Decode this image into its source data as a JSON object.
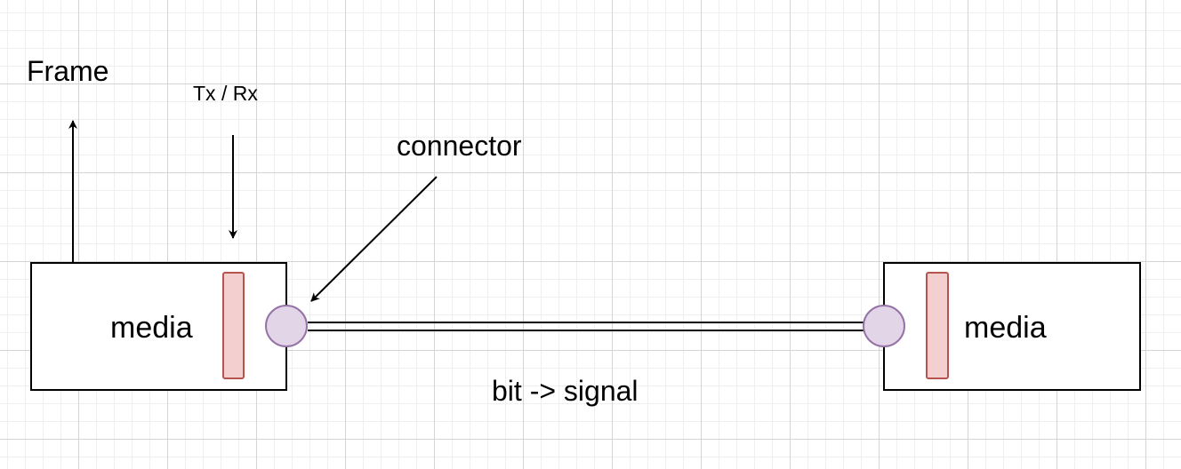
{
  "labels": {
    "frame": "Frame",
    "tx_rx": "Tx / Rx",
    "connector": "connector",
    "media_left": "media",
    "media_right": "media",
    "bit_to_signal": "bit -> signal"
  },
  "colors": {
    "background": "#ffffff",
    "grid": "#d4d4d4",
    "txrx_fill": "#f3d0cf",
    "txrx_stroke": "#b85450",
    "connector_fill": "#e1d5e7",
    "connector_stroke": "#9673a6",
    "line": "#000000"
  }
}
